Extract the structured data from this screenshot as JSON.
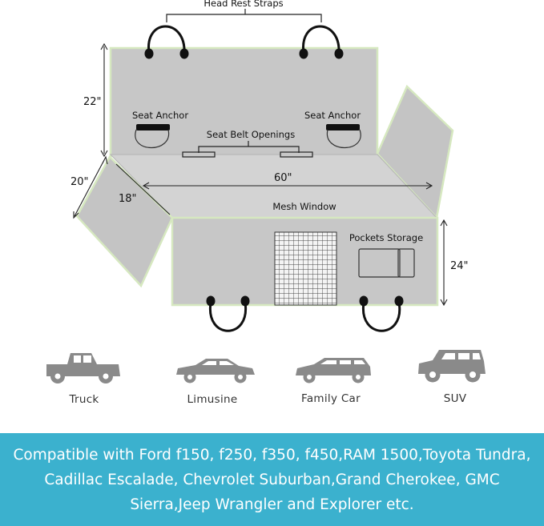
{
  "labels": {
    "head_rest_straps": "Head Rest Straps",
    "seat_anchor_left": "Seat Anchor",
    "seat_anchor_right": "Seat Anchor",
    "seat_belt_openings": "Seat Belt Openings",
    "mesh_window": "Mesh Window",
    "pockets_storage": "Pockets Storage"
  },
  "dimensions": {
    "height_back": "22\"",
    "width_seat": "60\"",
    "side_flap_height": "20\"",
    "side_flap_width": "18\"",
    "front_height": "24\""
  },
  "vehicles": [
    {
      "label": "Truck",
      "icon": "truck-icon"
    },
    {
      "label": "Limusine",
      "icon": "sedan-icon"
    },
    {
      "label": "Family Car",
      "icon": "wagon-icon"
    },
    {
      "label": "SUV",
      "icon": "suv-icon"
    }
  ],
  "compatibility": {
    "text": "Compatible with Ford f150, f250, f350, f450,RAM 1500,Toyota Tundra, Cadillac Escalade, Chevrolet Suburban,Grand Cherokee, GMC Sierra,Jeep Wrangler and Explorer etc."
  },
  "colors": {
    "fabric": "#c7c7c7",
    "fabric_light": "#d2d2d2",
    "edge_trim": "#d6e8c0",
    "banner": "#3bb1ce",
    "vehicle": "#8a8a8a"
  }
}
